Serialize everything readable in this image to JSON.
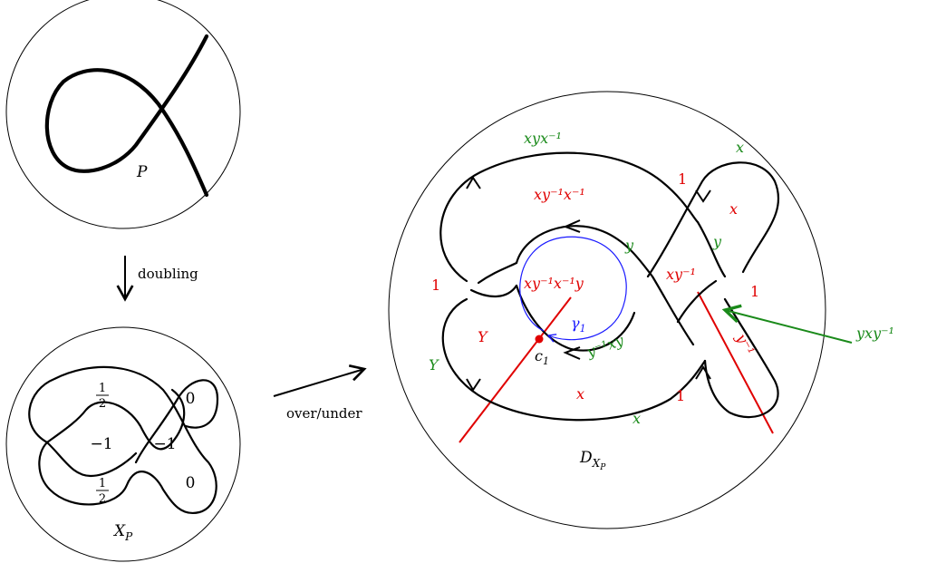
{
  "top_disk": {
    "label": "P"
  },
  "doubling_arrow": {
    "label": "doubling"
  },
  "bottom_disk": {
    "label": "X",
    "label_sub": "P",
    "framings": {
      "top_half_num": "1",
      "top_half_den": "2",
      "bottom_half_num": "1",
      "bottom_half_den": "2",
      "center_left": "−1",
      "center_right": "−1",
      "right_top": "0",
      "right_bottom": "0"
    }
  },
  "over_under_arrow": {
    "label": "over/under"
  },
  "right_disk": {
    "label": "D",
    "label_sub": "X",
    "label_subsub": "P",
    "green": {
      "top_word": "xyx⁻¹",
      "top_right_x": "x",
      "inner_y1": "y",
      "inner_y2": "y",
      "left_Y": "Y",
      "inner_bottom": "y⁻¹xy",
      "bottom_x": "x",
      "outside": "yxy⁻¹"
    },
    "red": {
      "one_top": "1",
      "one_left": "1",
      "one_right": "1",
      "one_bottom": "1",
      "top_region": "xy⁻¹x⁻¹",
      "x_right": "x",
      "mid_region": "xy⁻¹",
      "inner_region": "xy⁻¹x⁻¹y",
      "left_Y": "Y",
      "bottom_x": "x",
      "diag": "y⁻¹"
    },
    "blue": {
      "gamma": "γ",
      "gamma_sub": "1"
    },
    "point": {
      "label": "c",
      "sub": "1"
    }
  },
  "colors": {
    "red": "#e00000",
    "green": "#1a8a1a",
    "blue": "#1a1aff",
    "ink": "#000000"
  }
}
